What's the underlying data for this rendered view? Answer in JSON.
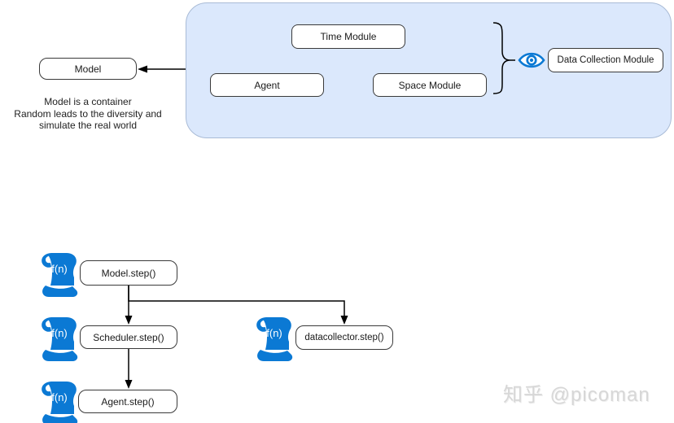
{
  "colors": {
    "accent_blue": "#0b79d4",
    "container_fill": "#dbe8fc",
    "container_border": "#a9bbd6",
    "node_border": "#3a3a3a",
    "connector": "#000000",
    "watermark_gray": "#d7d7d7"
  },
  "top": {
    "container_modules": [
      {
        "label": "Time Module"
      },
      {
        "label": "Agent"
      },
      {
        "label": "Space Module"
      }
    ],
    "data_collection_label": "Data Collection Module",
    "model_label": "Model",
    "model_caption_lines": [
      "Model is a container",
      "Random leads to the diversity and",
      "simulate the real world"
    ]
  },
  "flow": {
    "scroll_icon_label": "f(n)",
    "steps": [
      {
        "label": "Model.step()"
      },
      {
        "label": "Scheduler.step()"
      },
      {
        "label": "Agent.step()"
      },
      {
        "label": "datacollector.step()"
      }
    ]
  },
  "watermark": {
    "text": "知乎 @picoman"
  }
}
